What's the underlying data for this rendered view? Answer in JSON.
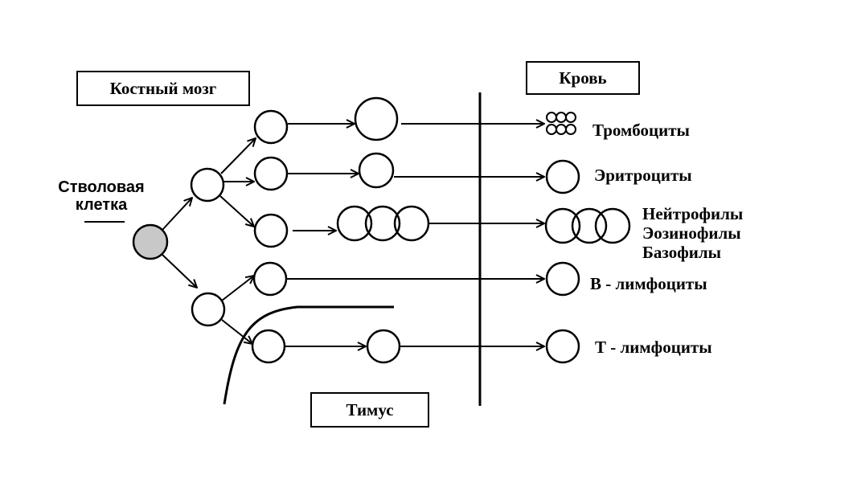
{
  "regions": {
    "bone_marrow": "Костный мозг",
    "blood": "Кровь",
    "thymus": "Тимус"
  },
  "stem_cell": {
    "line1": "Стволовая",
    "line2": "клетка"
  },
  "cell_types": {
    "platelets": "Тромбоциты",
    "erythrocytes": "Эритроциты",
    "neutrophils": "Нейтрофилы",
    "eosinophils": "Эозинофилы",
    "basophils": "Базофилы",
    "b_lymphocytes": "В - лимфоциты",
    "t_lymphocytes": "Т - лимфоциты"
  },
  "colors": {
    "stem_cell_fill": "#c8c8c8",
    "stroke": "#000000"
  }
}
